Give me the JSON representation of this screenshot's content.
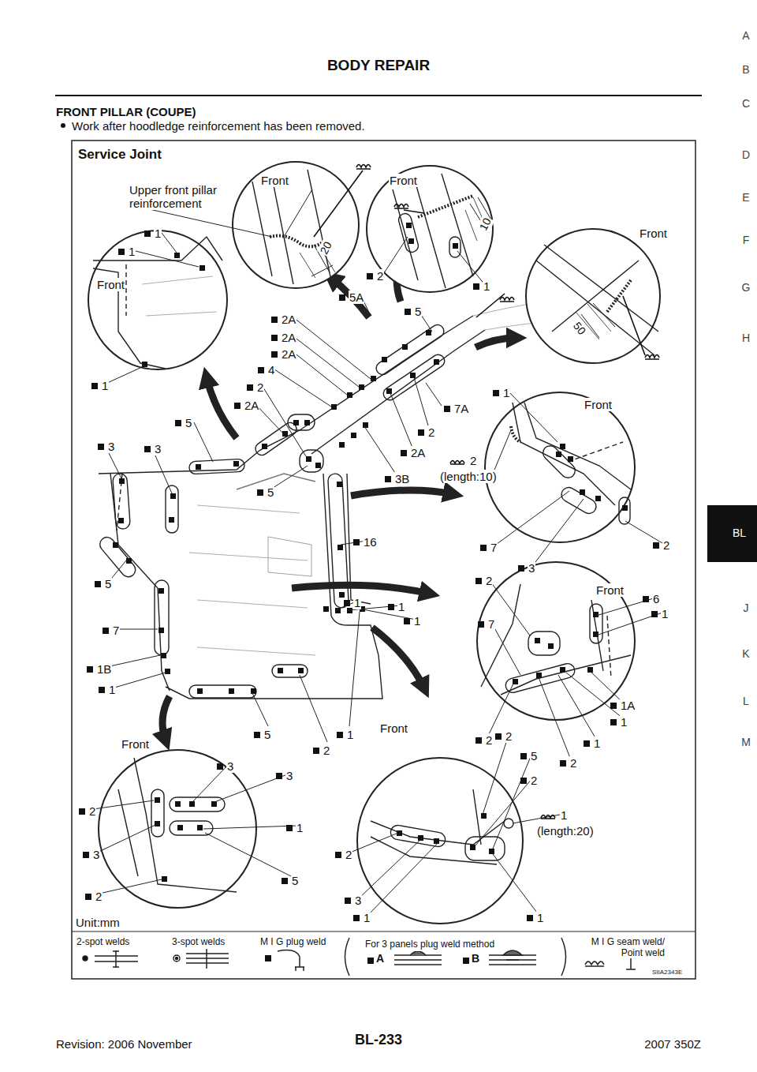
{
  "diagram": {
    "title": "BODY REPAIR",
    "labels": [
      "FRONT PILLAR (COUPE)",
      "Work after hoodledge reinforcement has been removed.",
      "A",
      "B",
      "C",
      "D",
      "E",
      "F",
      "G",
      "H",
      "BL",
      "J",
      "K",
      "L",
      "M",
      "Service Joint",
      "Front",
      "1",
      "1",
      "1",
      "Front",
      "Upper front pillar reinforcement",
      "20",
      "Front",
      "10",
      "2",
      "1",
      "5A",
      "Front",
      "50",
      "5",
      "2A",
      "2A",
      "2A",
      "4",
      "2",
      "2A",
      "5",
      "3",
      "3",
      "7A",
      "2",
      "2A",
      "3B",
      "5",
      "16",
      "5",
      "7",
      "1B",
      "1",
      "1",
      "1",
      "1",
      "5",
      "1",
      "2",
      "1",
      "Front",
      "2",
      "(length:10)",
      "7",
      "3",
      "2",
      "2",
      "Front",
      "6",
      "1",
      "7",
      "1A",
      "1",
      "2",
      "1",
      "2",
      "Front",
      "2",
      "5",
      "2",
      "1",
      "(length:20)",
      "2",
      "3",
      "1",
      "1",
      "Front",
      "3",
      "3",
      "2",
      "1",
      "3",
      "5",
      "2",
      "Unit:mm",
      "For 3 panels plug weld method",
      "SIIA2343E",
      "BL-233",
      "Revision: 2006 November",
      "2007 350Z"
    ],
    "legend": [
      {
        "text": "2-spot welds"
      },
      {
        "text": "3-spot welds"
      },
      {
        "text": "M I G plug weld"
      },
      {
        "text": "A"
      },
      {
        "text": "B"
      },
      {
        "text": "M I G seam weld/ Point weld"
      }
    ]
  }
}
